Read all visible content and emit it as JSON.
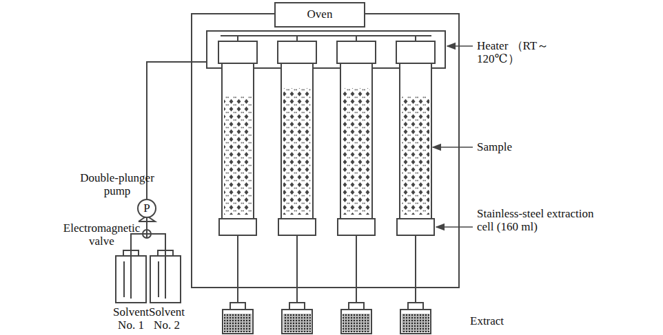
{
  "diagram": {
    "nodes": [
      {
        "text": [
          "Oven"
        ]
      },
      {
        "text": [
          "P"
        ]
      }
    ],
    "labels": [
      "Double-plunger pump",
      "Electromagnetic valve",
      "Solvent No. 1",
      "Solvent No. 2",
      "Heater （RT～120℃）",
      "Sample",
      "Stainless-steel extraction cell (160 ml)",
      "Extract"
    ]
  }
}
